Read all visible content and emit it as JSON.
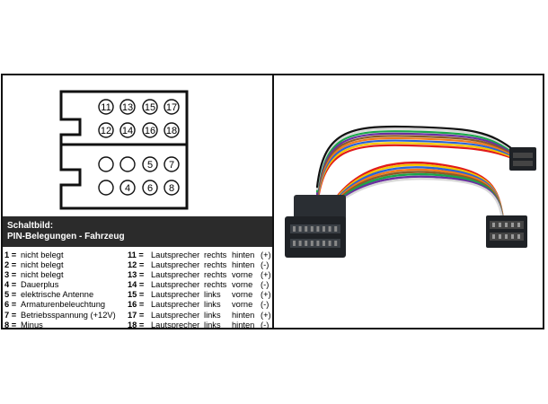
{
  "connector": {
    "top_pins": [
      "11",
      "13",
      "15",
      "17",
      "12",
      "14",
      "16",
      "18"
    ],
    "bottom_pins": [
      "",
      "",
      "5",
      "7",
      "",
      "4",
      "6",
      "8"
    ]
  },
  "banner": {
    "title": "Schaltbild:",
    "subtitle": "PIN-Belegungen - Fahrzeug"
  },
  "left_pins": [
    {
      "num": "1 =",
      "desc": "nicht belegt"
    },
    {
      "num": "2 =",
      "desc": "nicht belegt"
    },
    {
      "num": "3 =",
      "desc": "nicht belegt"
    },
    {
      "num": "4 =",
      "desc": "Dauerplus"
    },
    {
      "num": "5 =",
      "desc": "elektrische Antenne"
    },
    {
      "num": "6 =",
      "desc": "Armaturenbeleuchtung"
    },
    {
      "num": "7 =",
      "desc": "Betriebsspannung (+12V)"
    },
    {
      "num": "8 =",
      "desc": "Minus"
    }
  ],
  "right_pins": [
    {
      "num": "11 =",
      "desc": "Lautsprecher",
      "side": "rechts",
      "pos": "hinten",
      "pol": "(+)"
    },
    {
      "num": "12 =",
      "desc": "Lautsprecher",
      "side": "rechts",
      "pos": "hinten",
      "pol": "(-)"
    },
    {
      "num": "13 =",
      "desc": "Lautsprecher",
      "side": "rechts",
      "pos": "vorne",
      "pol": "(+)"
    },
    {
      "num": "14 =",
      "desc": "Lautsprecher",
      "side": "rechts",
      "pos": "vorne",
      "pol": "(-)"
    },
    {
      "num": "15 =",
      "desc": "Lautsprecher",
      "side": "links",
      "pos": "vorne",
      "pol": "(+)"
    },
    {
      "num": "16 =",
      "desc": "Lautsprecher",
      "side": "links",
      "pos": "vorne",
      "pol": "(-)"
    },
    {
      "num": "17 =",
      "desc": "Lautsprecher",
      "side": "links",
      "pos": "hinten",
      "pol": "(+)"
    },
    {
      "num": "18 =",
      "desc": "Lautsprecher",
      "side": "links",
      "pos": "hinten",
      "pol": "(-)"
    }
  ],
  "colors": {
    "frame": "#111111",
    "banner_bg": "#2b2b2b",
    "plug": "#1f2226",
    "wires": [
      "#e11b1b",
      "#f4c400",
      "#2a62d8",
      "#f07a1a",
      "#8a5a2b",
      "#6a2fa0",
      "#1aa64a",
      "#d8d8d8",
      "#111111"
    ]
  }
}
